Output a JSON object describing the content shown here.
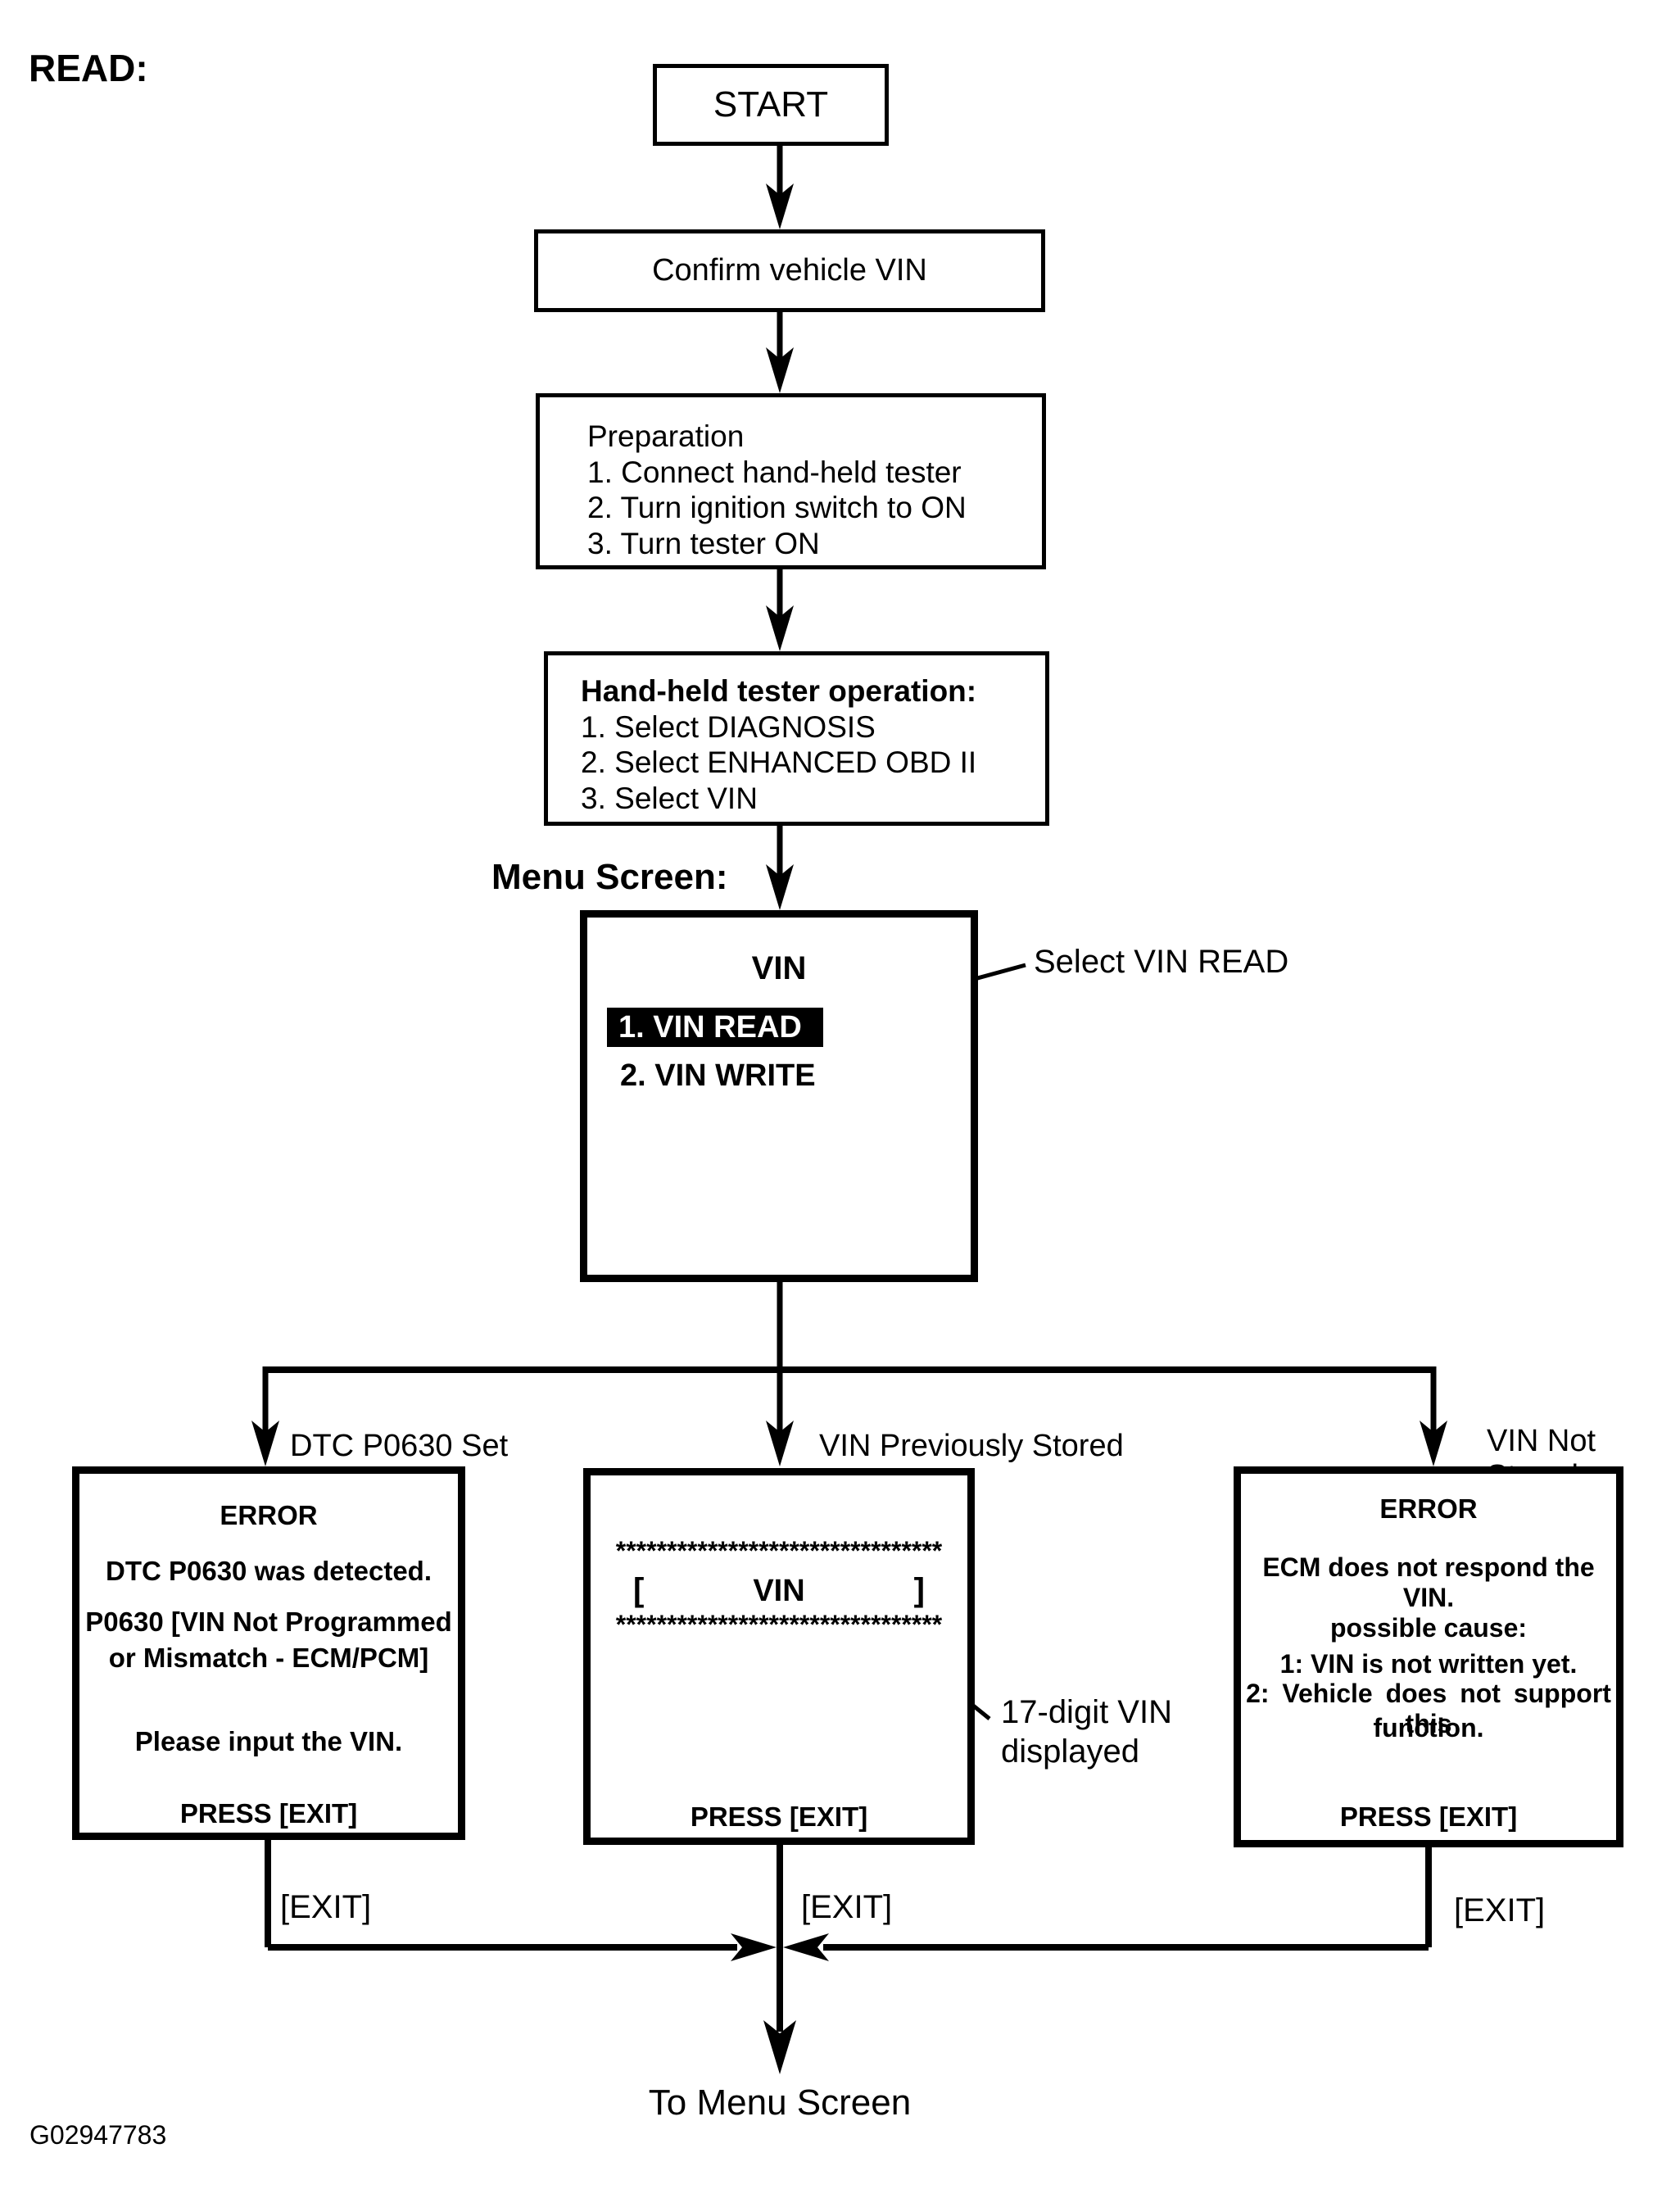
{
  "page": {
    "title_label": "READ:",
    "figure_id": "G02947783"
  },
  "flow": {
    "start": "START",
    "confirm": "Confirm vehicle VIN",
    "preparation": {
      "title": "Preparation",
      "steps": [
        "1. Connect hand-held tester",
        "2. Turn ignition switch to ON",
        "3. Turn tester ON"
      ]
    },
    "tester_op": {
      "title": "Hand-held tester operation:",
      "steps": [
        "1. Select DIAGNOSIS",
        "2. Select ENHANCED OBD II",
        "3. Select VIN"
      ]
    },
    "menu_screen_label": "Menu Screen:",
    "menu": {
      "title": "VIN",
      "item1": "1. VIN READ",
      "item2": "2. VIN WRITE",
      "callout": "Select VIN READ"
    }
  },
  "branches": {
    "left_label": "DTC P0630 Set",
    "mid_label": "VIN Previously Stored",
    "right_label": "VIN Not Stored"
  },
  "boxes": {
    "left": {
      "title": "ERROR",
      "line1": "DTC P0630 was detected.",
      "line2a": "P0630  [VIN Not Programmed",
      "line2b": "or Mismatch - ECM/PCM]",
      "line3": "Please input the VIN.",
      "press": "PRESS [EXIT]"
    },
    "mid": {
      "stars": "********************************",
      "bracket_open": "[",
      "vin": "VIN",
      "bracket_close": "]",
      "press": "PRESS [EXIT]",
      "callout_line1": "17-digit VIN",
      "callout_line2": "displayed"
    },
    "right": {
      "title": "ERROR",
      "line1": "ECM does not respond the VIN.",
      "cause_title": "possible cause:",
      "cause1": "1: VIN is not written yet.",
      "cause2a": "2: Vehicle does not support this",
      "cause2b": "function.",
      "press": "PRESS [EXIT]"
    }
  },
  "bottom": {
    "exit_left": "[EXIT]",
    "exit_mid": "[EXIT]",
    "exit_right": "[EXIT]",
    "to_menu": "To Menu Screen"
  },
  "colors": {
    "ink": "#000000",
    "paper": "#ffffff",
    "highlight_bg": "#000000",
    "highlight_text": "#ffffff"
  }
}
